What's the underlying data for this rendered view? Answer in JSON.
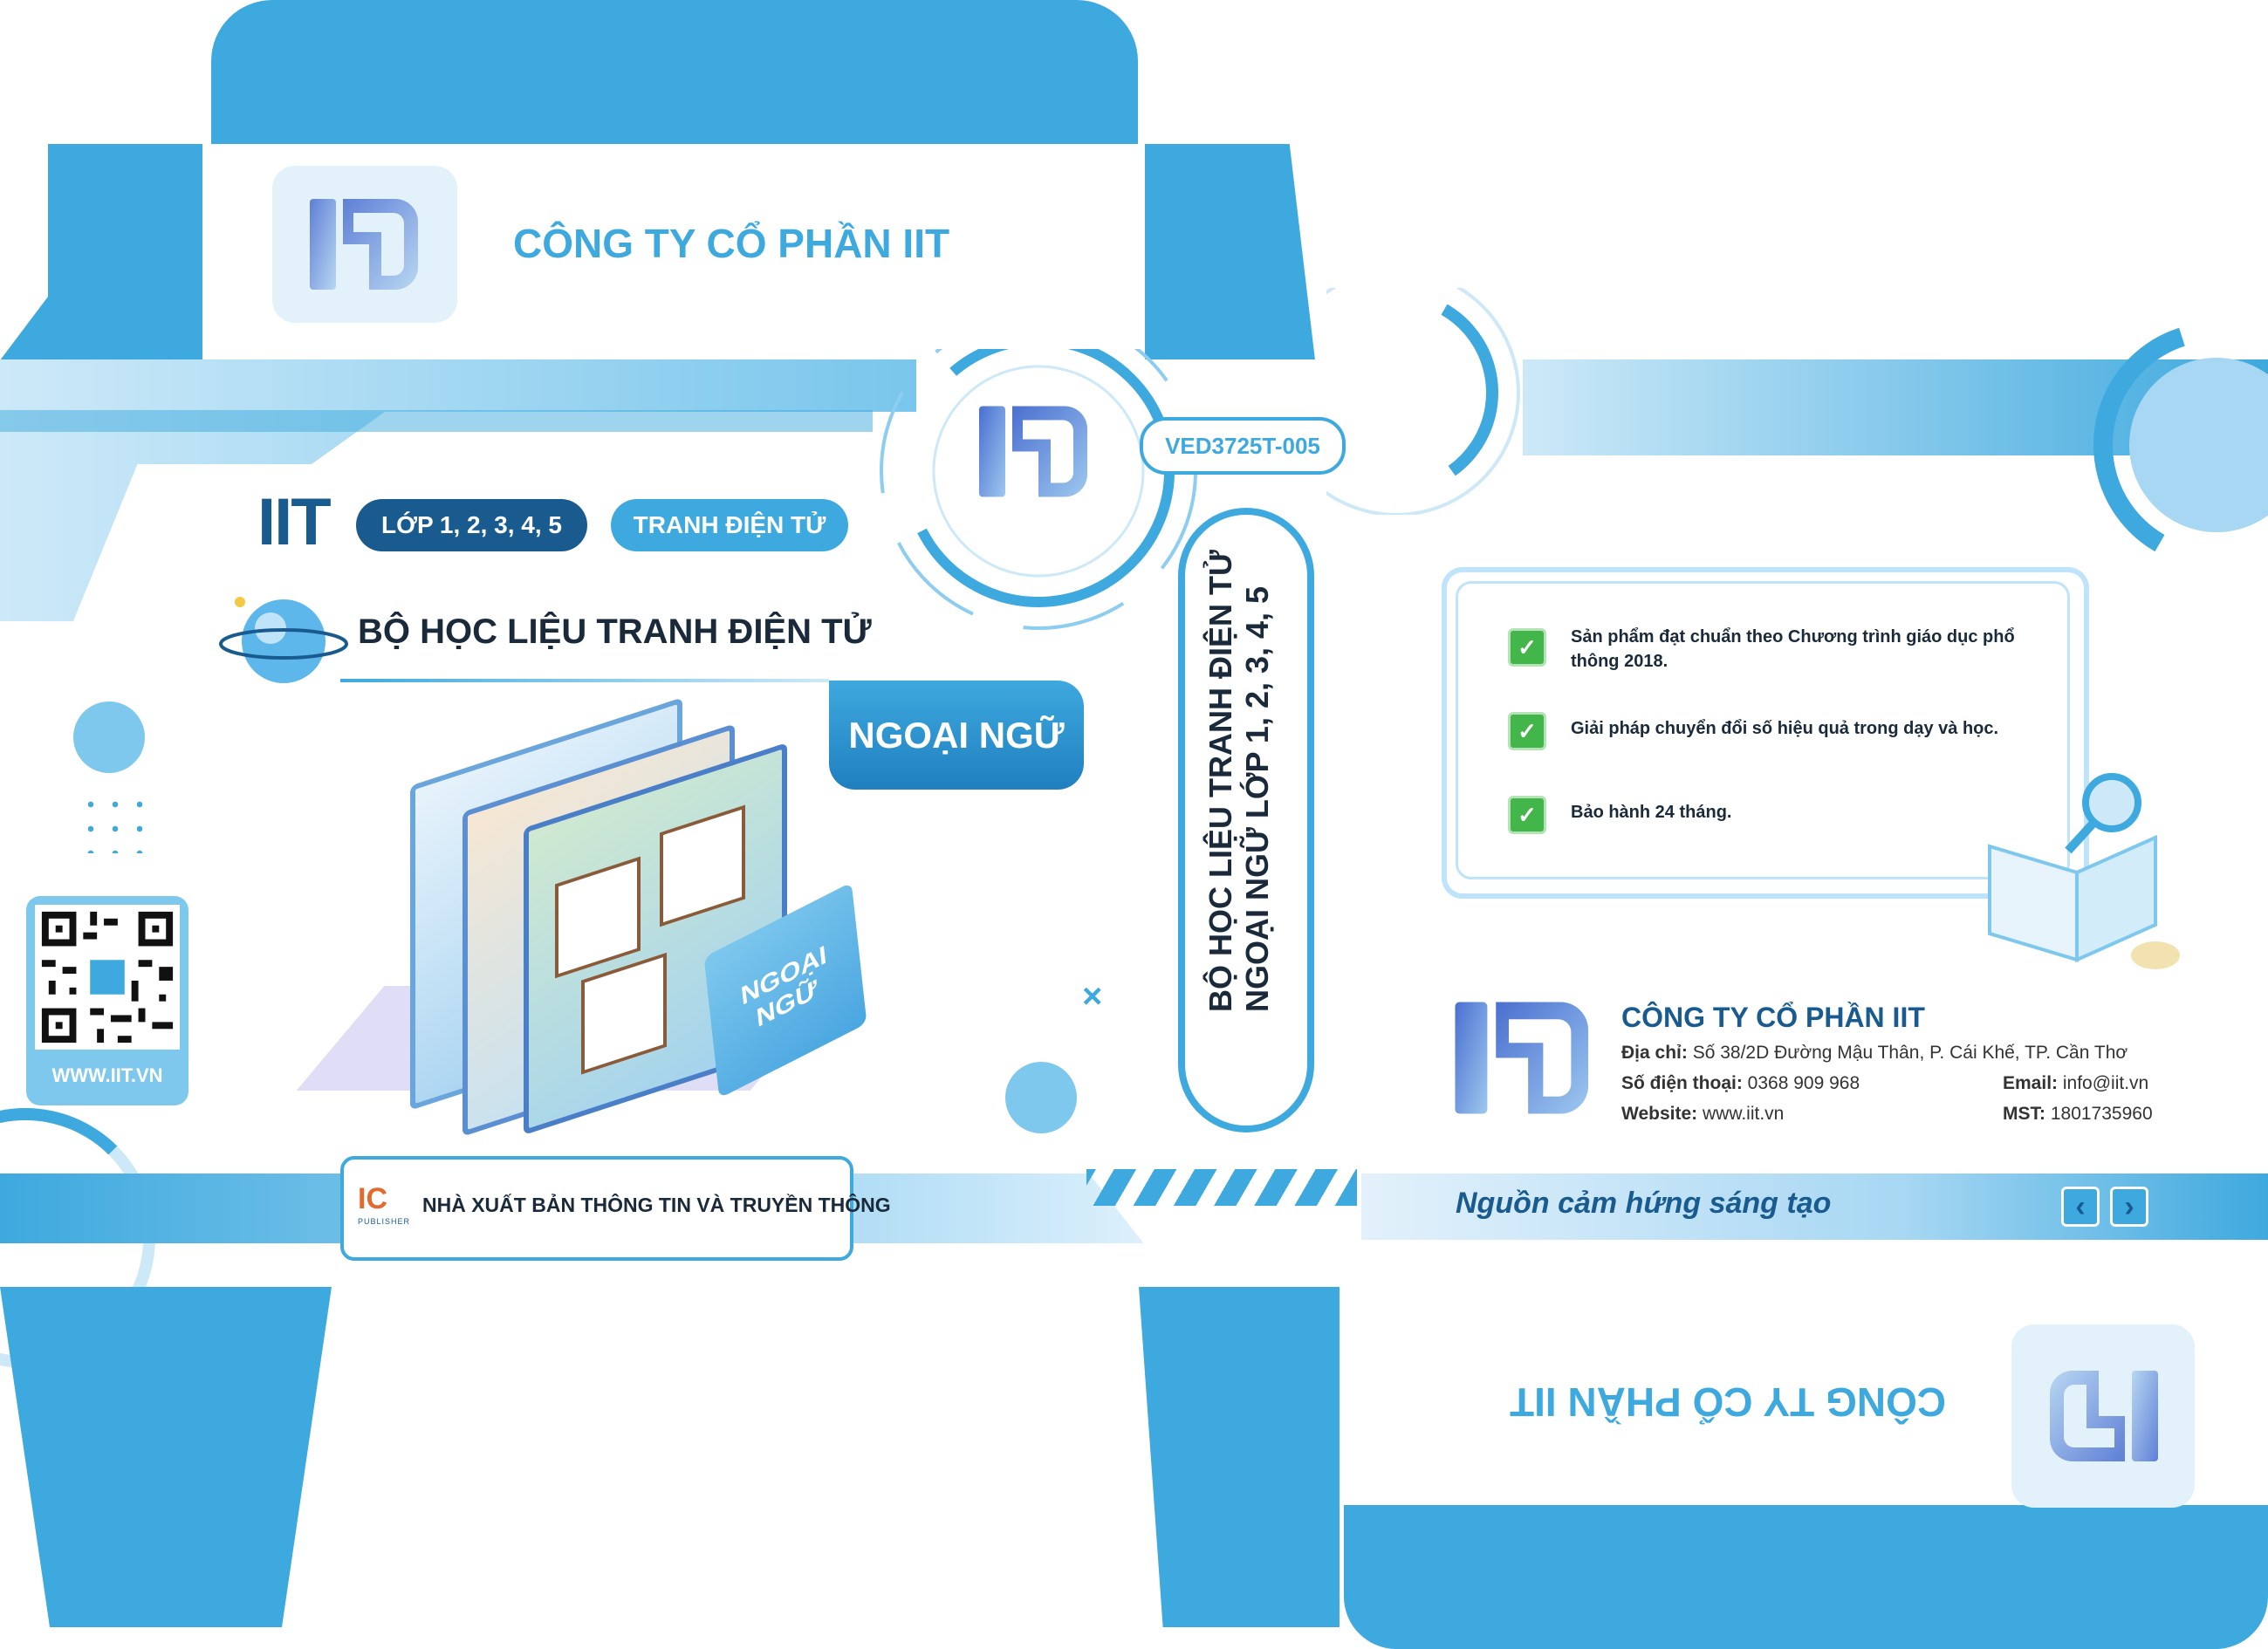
{
  "company": {
    "name": "CÔNG TY CỔ PHẦN IIT",
    "brand": "IIT"
  },
  "front": {
    "grade_badge": "LỚP 1, 2, 3, 4, 5",
    "type_badge": "TRANH ĐIỆN TỬ",
    "product_title": "BỘ HỌC LIỆU TRANH ĐIỆN TỬ",
    "subject_badge": "NGOẠI NGỮ",
    "subject_folder": "NGOẠI NGỮ",
    "website": "WWW.IIT.VN",
    "publisher": "NHÀ XUẤT BẢN THÔNG TIN VÀ TRUYỀN THÔNG",
    "publisher_mark": "IC",
    "publisher_sub": "PUBLISHER"
  },
  "spine": {
    "code": "VED3725T-005",
    "line1": "BỘ HỌC LIỆU TRANH ĐIỆN TỬ",
    "line2": "NGOẠI NGỮ LỚP 1, 2, 3, 4, 5"
  },
  "back": {
    "features": [
      "Sản phẩm đạt chuẩn theo Chương trình giáo dục phổ thông 2018.",
      "Giải pháp chuyển đổi số hiệu quả trong dạy và học.",
      "Bảo hành 24 tháng."
    ],
    "contact": {
      "address_label": "Địa chỉ:",
      "address": "Số 38/2D Đường Mậu Thân, P. Cái Khế, TP. Cần Thơ",
      "phone_label": "Số điện thoại:",
      "phone": "0368 909 968",
      "email_label": "Email:",
      "email": "info@iit.vn",
      "website_label": "Website:",
      "website": "www.iit.vn",
      "tax_label": "MST:",
      "tax": "1801735960"
    },
    "slogan": "Nguồn cảm hứng sáng tạo",
    "prev_arrow": "‹",
    "next_arrow": "›"
  },
  "colors": {
    "primary": "#3ea9de",
    "navy": "#1a5b8f",
    "light": "#d9eefa"
  }
}
